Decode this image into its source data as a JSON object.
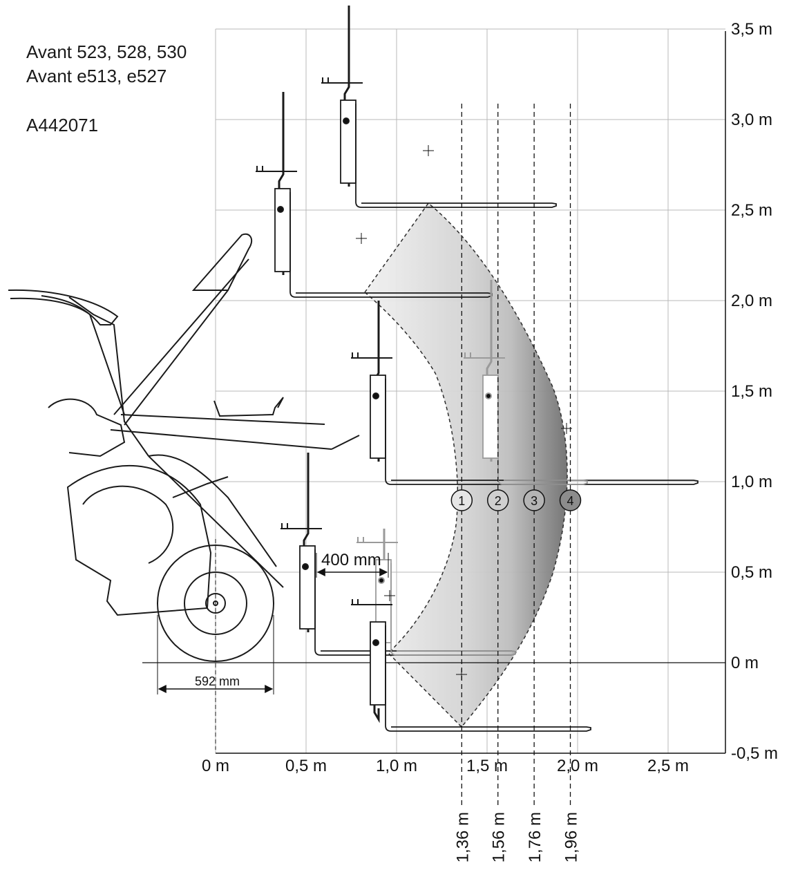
{
  "header": {
    "models_line1": "Avant 523, 528, 530",
    "models_line2": "Avant e513, e527",
    "reference": "A442071"
  },
  "axes": {
    "x_ticks": [
      "0 m",
      "0,5 m",
      "1,0 m",
      "1,5 m",
      "2,0 m",
      "2,5 m"
    ],
    "y_ticks": [
      "3,5 m",
      "3,0 m",
      "2,5 m",
      "2,0 m",
      "1,5 m",
      "1,0 m",
      "0,5 m",
      "0 m",
      "-0,5 m"
    ],
    "x_range_m": [
      0,
      2.8
    ],
    "y_range_m": [
      -0.5,
      3.5
    ],
    "grid": true
  },
  "reach_lines": [
    {
      "marker": "1",
      "label": "1,36 m",
      "reach_m": 1.36,
      "shade": "#e6e6e6"
    },
    {
      "marker": "2",
      "label": "1,56 m",
      "reach_m": 1.56,
      "shade": "#cfcfcf"
    },
    {
      "marker": "3",
      "label": "1,76 m",
      "reach_m": 1.76,
      "shade": "#b4b4b4"
    },
    {
      "marker": "4",
      "label": "1,96 m",
      "reach_m": 1.96,
      "shade": "#8c8c8c"
    }
  ],
  "dimensions": {
    "fork_offset": "400 mm",
    "wheel_offset": "592 mm"
  },
  "colors": {
    "line": "#1a1a1a",
    "grid": "#b8b8b8",
    "envelope_light": "#d9d9d9",
    "envelope_dark": "#6f6f6f"
  }
}
